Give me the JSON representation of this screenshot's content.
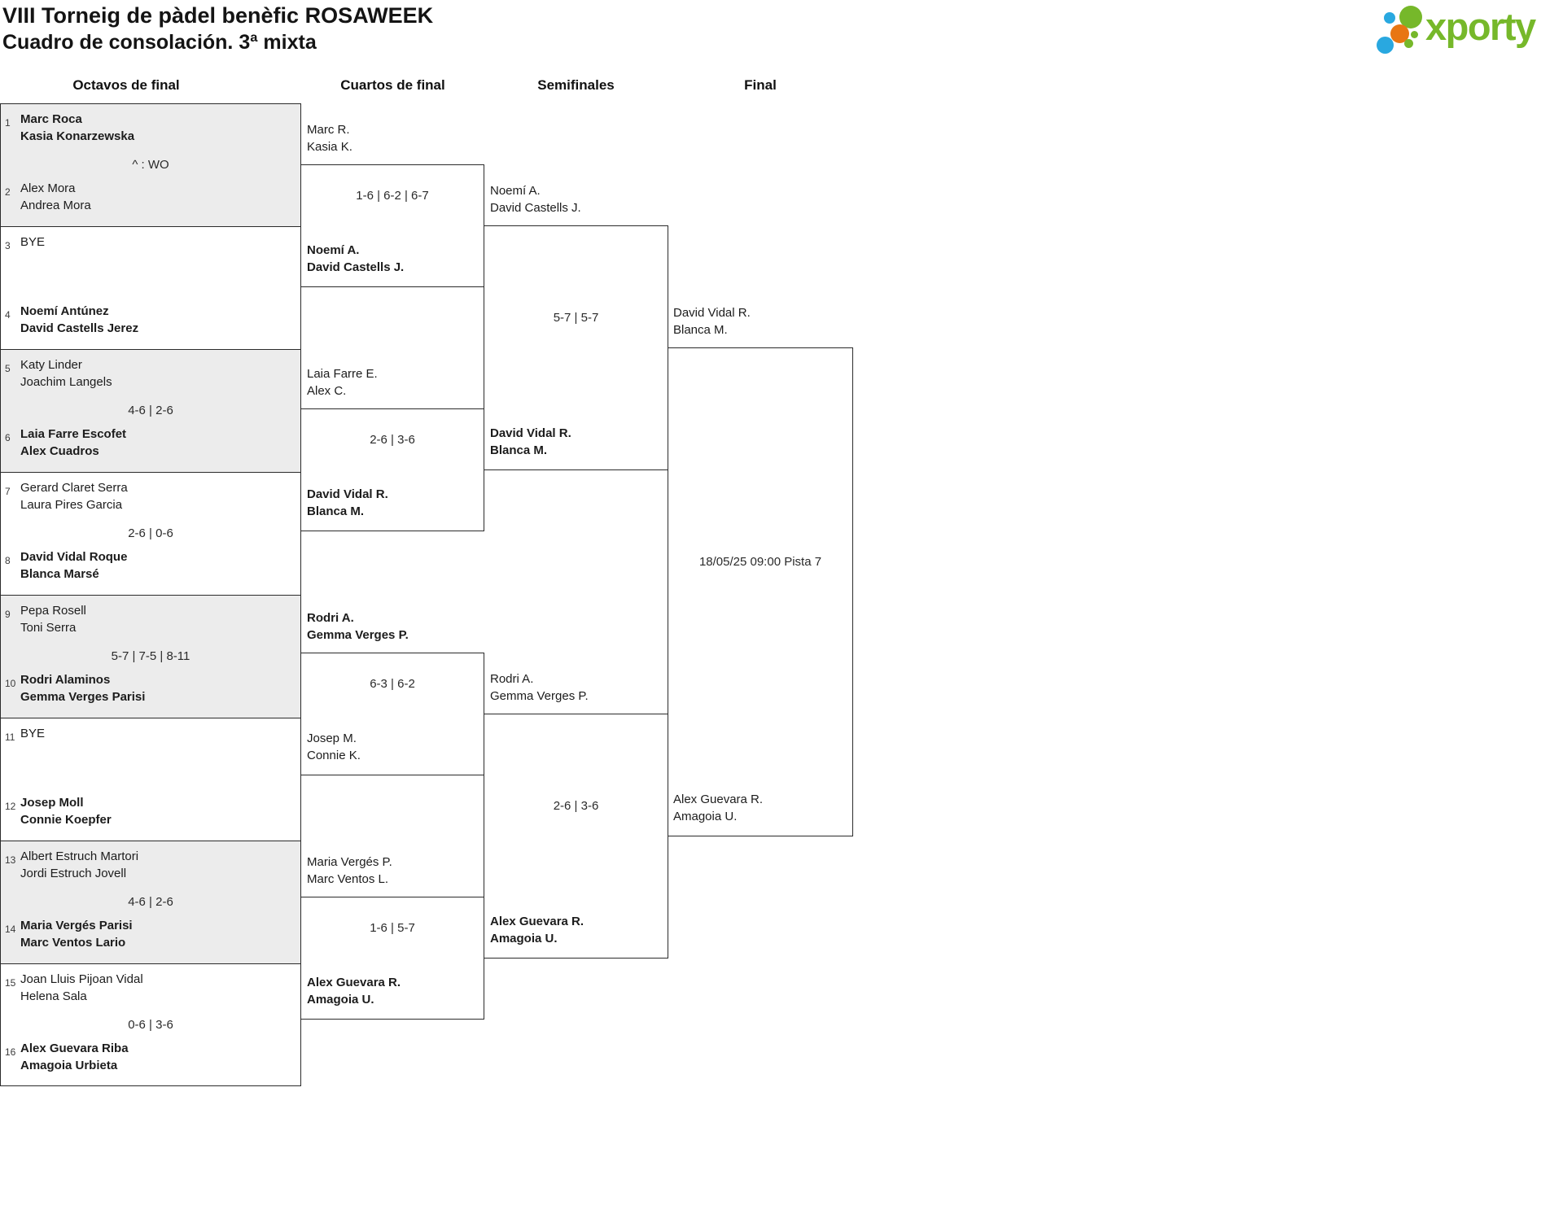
{
  "header": {
    "title_line1": "VIII Torneig de pàdel benèfic ROSAWEEK",
    "title_line2": "Cuadro de consolación. 3ª mixta"
  },
  "logo": {
    "text": "xporty",
    "green": "#76b82a",
    "blue": "#29a8e0",
    "orange": "#e87613"
  },
  "colors": {
    "line": "#2b2b2b",
    "match_fill_gray": "#ececec"
  },
  "round_headers": [
    "Octavos de final",
    "Cuartos de final",
    "Semifinales",
    "Final"
  ],
  "octavos": {
    "matches": [
      {
        "score": "^ : WO",
        "top": {
          "seed": "1",
          "line1": "Marc Roca",
          "line2": "Kasia Konarzewska",
          "winner": true
        },
        "bottom": {
          "seed": "2",
          "line1": "Alex Mora",
          "line2": "Andrea Mora",
          "winner": false
        }
      },
      {
        "score": "",
        "top": {
          "seed": "3",
          "line1": "BYE",
          "line2": "",
          "winner": false
        },
        "bottom": {
          "seed": "4",
          "line1": "Noemí Antúnez",
          "line2": "David Castells Jerez",
          "winner": true
        }
      },
      {
        "score": "4-6 | 2-6",
        "top": {
          "seed": "5",
          "line1": "Katy Linder",
          "line2": "Joachim Langels",
          "winner": false
        },
        "bottom": {
          "seed": "6",
          "line1": "Laia Farre Escofet",
          "line2": "Alex Cuadros",
          "winner": true
        }
      },
      {
        "score": "2-6 | 0-6",
        "top": {
          "seed": "7",
          "line1": "Gerard Claret Serra",
          "line2": "Laura Pires Garcia",
          "winner": false
        },
        "bottom": {
          "seed": "8",
          "line1": "David Vidal Roque",
          "line2": "Blanca Marsé",
          "winner": true
        }
      },
      {
        "score": "5-7 | 7-5 | 8-11",
        "top": {
          "seed": "9",
          "line1": "Pepa Rosell",
          "line2": "Toni Serra",
          "winner": false
        },
        "bottom": {
          "seed": "10",
          "line1": "Rodri Alaminos",
          "line2": "Gemma Verges Parisi",
          "winner": true
        }
      },
      {
        "score": "",
        "top": {
          "seed": "11",
          "line1": "BYE",
          "line2": "",
          "winner": false
        },
        "bottom": {
          "seed": "12",
          "line1": "Josep Moll",
          "line2": "Connie Koepfer",
          "winner": true
        }
      },
      {
        "score": "4-6 | 2-6",
        "top": {
          "seed": "13",
          "line1": "Albert Estruch Martori",
          "line2": "Jordi Estruch Jovell",
          "winner": false
        },
        "bottom": {
          "seed": "14",
          "line1": "Maria Vergés Parisi",
          "line2": "Marc Ventos Lario",
          "winner": true
        }
      },
      {
        "score": "0-6 | 3-6",
        "top": {
          "seed": "15",
          "line1": "Joan Lluis Pijoan Vidal",
          "line2": "Helena Sala",
          "winner": false
        },
        "bottom": {
          "seed": "16",
          "line1": "Alex Guevara Riba",
          "line2": "Amagoia Urbieta",
          "winner": true
        }
      }
    ]
  },
  "cuartos": {
    "matches": [
      {
        "score": "1-6 | 6-2 | 6-7",
        "top": {
          "line1": "Marc R.",
          "line2": "Kasia K.",
          "winner": false
        },
        "bottom": {
          "line1": "Noemí A.",
          "line2": "David Castells J.",
          "winner": true
        }
      },
      {
        "score": "2-6 | 3-6",
        "top": {
          "line1": "Laia Farre E.",
          "line2": "Alex C.",
          "winner": false
        },
        "bottom": {
          "line1": "David Vidal R.",
          "line2": "Blanca M.",
          "winner": true
        }
      },
      {
        "score": "6-3 | 6-2",
        "top": {
          "line1": "Rodri A.",
          "line2": "Gemma Verges P.",
          "winner": true
        },
        "bottom": {
          "line1": "Josep M.",
          "line2": "Connie K.",
          "winner": false
        }
      },
      {
        "score": "1-6 | 5-7",
        "top": {
          "line1": "Maria Vergés P.",
          "line2": "Marc Ventos L.",
          "winner": false
        },
        "bottom": {
          "line1": "Alex Guevara R.",
          "line2": "Amagoia U.",
          "winner": true
        }
      }
    ]
  },
  "semifinales": {
    "matches": [
      {
        "score": "5-7 | 5-7",
        "top": {
          "line1": "Noemí A.",
          "line2": "David Castells J.",
          "winner": false
        },
        "bottom": {
          "line1": "David Vidal R.",
          "line2": "Blanca M.",
          "winner": true
        }
      },
      {
        "score": "2-6 | 3-6",
        "top": {
          "line1": "Rodri A.",
          "line2": "Gemma Verges P.",
          "winner": false
        },
        "bottom": {
          "line1": "Alex Guevara R.",
          "line2": "Amagoia U.",
          "winner": true
        }
      }
    ]
  },
  "final": {
    "schedule": "18/05/25 09:00 Pista 7",
    "top": {
      "line1": "David Vidal R.",
      "line2": "Blanca M.",
      "winner": false
    },
    "bottom": {
      "line1": "Alex Guevara R.",
      "line2": "Amagoia U.",
      "winner": false
    }
  }
}
